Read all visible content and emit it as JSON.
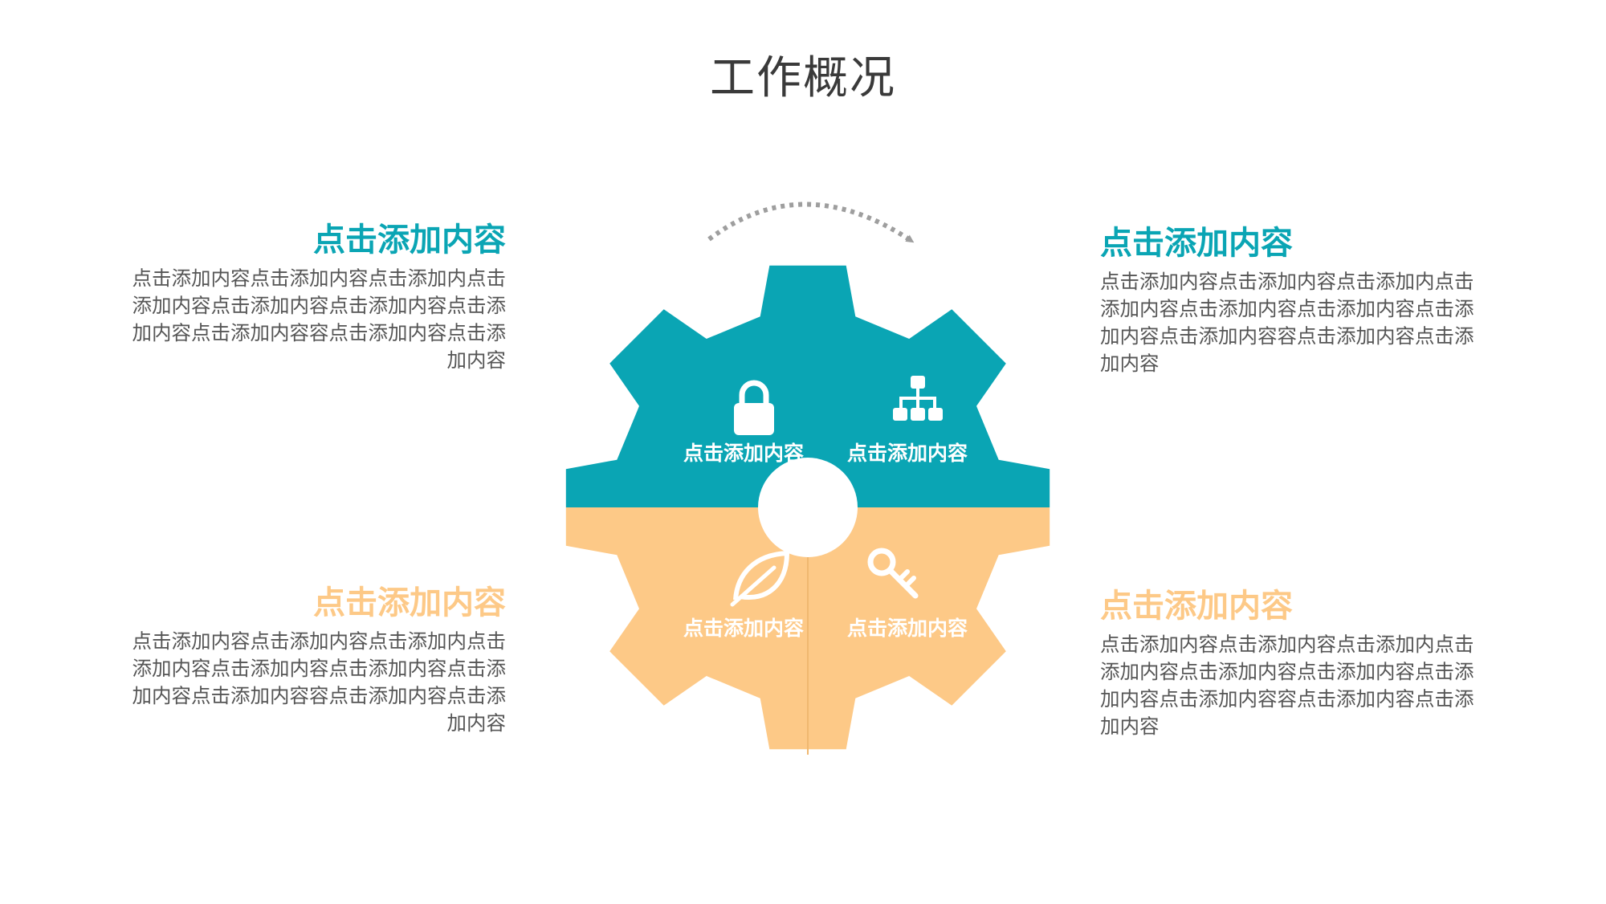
{
  "title": "工作概况",
  "colors": {
    "teal": "#0aa5b4",
    "peach": "#fdc987",
    "arrow": "#9e9e9e",
    "title_text": "#3a3a3a",
    "body_text": "#555555"
  },
  "gear": {
    "segments": [
      {
        "label": "点击添加内容",
        "icon": "lock-icon"
      },
      {
        "label": "点击添加内容",
        "icon": "hierarchy-icon"
      },
      {
        "label": "点击添加内容",
        "icon": "leaf-icon"
      },
      {
        "label": "点击添加内容",
        "icon": "key-icon"
      }
    ]
  },
  "blocks": {
    "top_left": {
      "heading": "点击添加内容",
      "body": "点击添加内容点击添加内容点击添加内点击添加内容点击添加内容点击添加内容点击添加内容点击添加内容容点击添加内容点击添加内容"
    },
    "top_right": {
      "heading": "点击添加内容",
      "body": "点击添加内容点击添加内容点击添加内点击添加内容点击添加内容点击添加内容点击添加内容点击添加内容容点击添加内容点击添加内容"
    },
    "bottom_left": {
      "heading": "点击添加内容",
      "body": "点击添加内容点击添加内容点击添加内点击添加内容点击添加内容点击添加内容点击添加内容点击添加内容容点击添加内容点击添加内容"
    },
    "bottom_right": {
      "heading": "点击添加内容",
      "body": "点击添加内容点击添加内容点击添加内点击添加内容点击添加内容点击添加内容点击添加内容点击添加内容容点击添加内容点击添加内容"
    }
  }
}
